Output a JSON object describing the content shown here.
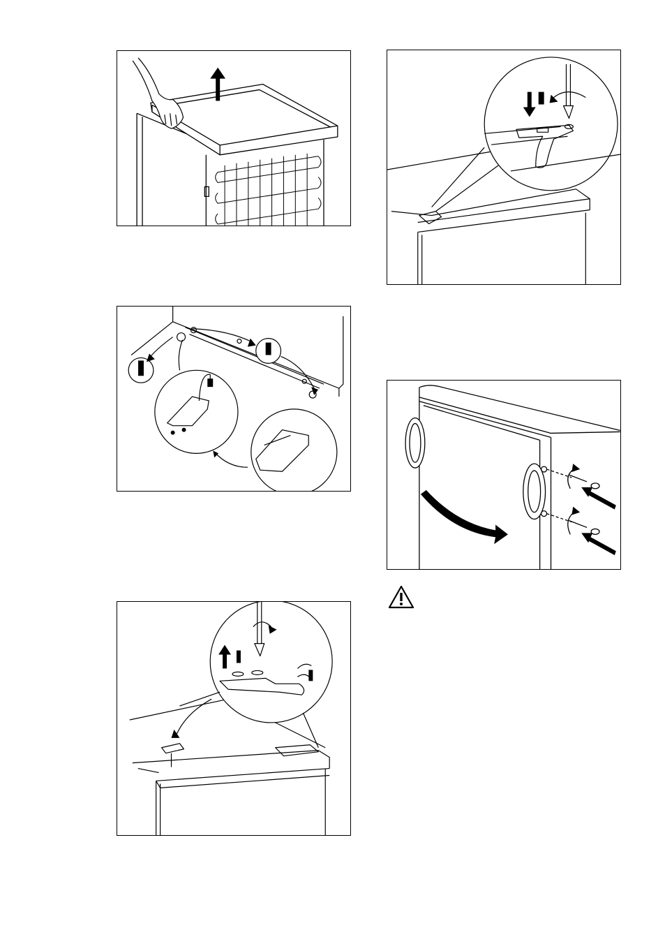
{
  "figures": [
    {
      "id": "fig-remove-top-cover",
      "icon": "lift-top-cover-illustration"
    },
    {
      "id": "fig-remove-top-hinge",
      "icon": "screw-hinge-detail-illustration"
    },
    {
      "id": "fig-reinstall-top-hinge",
      "icon": "unscrew-hinge-pin-illustration"
    },
    {
      "id": "fig-fasten-top-hinge",
      "icon": "screwdriver-hinge-illustration"
    },
    {
      "id": "fig-move-handle",
      "icon": "door-handle-swap-illustration"
    }
  ],
  "warning": {
    "icon": "warning-triangle-icon",
    "color": "#000000"
  }
}
